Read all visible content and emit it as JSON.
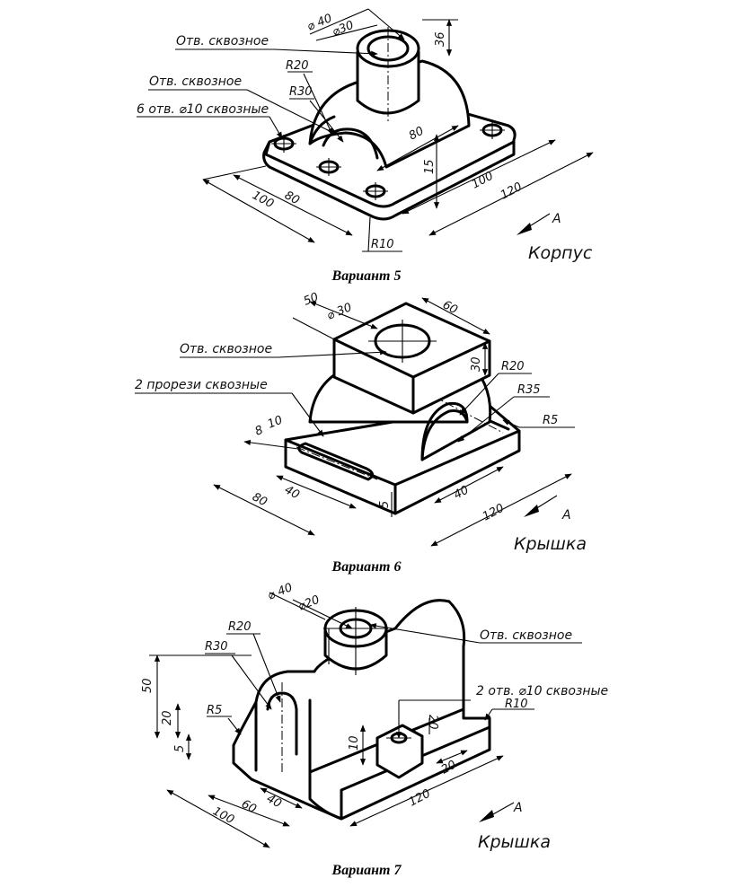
{
  "variant5": {
    "caption": "Вариант 5",
    "part_name": "Корпус",
    "view_mark": "А",
    "notes": {
      "through_hole_top": "Отв. сквозное",
      "through_hole_side": "Отв. сквозное",
      "holes": "6 отв. ⌀10 сквозные"
    },
    "dims": {
      "d_outer": "⌀ 40",
      "d_inner": "⌀30",
      "h_boss": "36",
      "r_small": "R20",
      "r_large": "R30",
      "len_80_top": "80",
      "h_15": "15",
      "w_100_right": "100",
      "w_120_right": "120",
      "w_80_left": "80",
      "w_100_left": "100",
      "r_corner": "R10"
    }
  },
  "variant6": {
    "caption": "Вариант 6",
    "part_name": "Крышка",
    "view_mark": "А",
    "notes": {
      "through_hole": "Отв. сквозное",
      "slots": "2 прорези сквозные"
    },
    "dims": {
      "w_50": "50",
      "d_30": "⌀ 30",
      "len_60": "60",
      "h_30": "30",
      "r_20": "R20",
      "r_35": "R35",
      "r_5": "R5",
      "slot_8": "8",
      "slot_10": "10",
      "len_40_left": "40",
      "len_80": "80",
      "h_5": "5",
      "len_40_right": "40",
      "len_120": "120"
    }
  },
  "variant7": {
    "caption": "Вариант 7",
    "part_name": "Крышка",
    "view_mark": "А",
    "notes": {
      "through_hole": "Отв. сквозное",
      "holes": "2 отв. ⌀10 сквозные"
    },
    "dims": {
      "d_40": "⌀ 40",
      "d_20": "⌀20",
      "r_20": "R20",
      "r_30": "R30",
      "h_50": "50",
      "h_20": "20",
      "r_5": "R5",
      "h_5": "5",
      "r_10": "R10",
      "lug_20a": "20",
      "h_10": "10",
      "lug_20b": "20",
      "len_40": "40",
      "len_60": "60",
      "len_100": "100",
      "len_120": "120"
    }
  }
}
